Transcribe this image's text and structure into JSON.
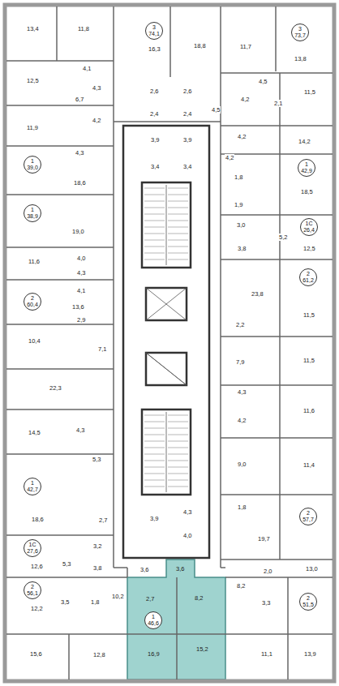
{
  "diagram": {
    "nodes": [
      {
        "text": [
          "3",
          "74,1"
        ]
      },
      {
        "text": [
          "3",
          "73,7"
        ]
      },
      {
        "text": [
          "1",
          "39,0"
        ]
      },
      {
        "text": [
          "1",
          "42,9"
        ]
      },
      {
        "text": [
          "1С",
          "26,4"
        ]
      },
      {
        "text": [
          "1",
          "38,9"
        ]
      },
      {
        "text": [
          "2",
          "61,2"
        ]
      },
      {
        "text": [
          "2",
          "60,4"
        ]
      },
      {
        "text": [
          "1",
          "42,7"
        ]
      },
      {
        "text": [
          "2",
          "57,7"
        ]
      },
      {
        "text": [
          "1С",
          "27,6"
        ]
      },
      {
        "text": [
          "2",
          "56,1"
        ]
      },
      {
        "text": [
          "2",
          "51,5"
        ]
      },
      {
        "text": [
          "1",
          "46,6"
        ]
      }
    ],
    "labels": [
      "13,4",
      "11,8",
      "16,3",
      "18,8",
      "11,7",
      "13,8",
      "4,1",
      "12,5",
      "4,3",
      "6,7",
      "4,2",
      "2,6",
      "2,4",
      "2,6",
      "2,4",
      "4,5",
      "4,5",
      "4,2",
      "2,1",
      "11,5",
      "4,2",
      "14,2",
      "4,2",
      "11,9",
      "4,3",
      "18,6",
      "3,9",
      "3,9",
      "3,4",
      "3,4",
      "1,8",
      "1,9",
      "18,5",
      "3,0",
      "3,8",
      "5,2",
      "12,5",
      "19,0",
      "11,6",
      "4,0",
      "4,3",
      "13,6",
      "4,1",
      "2,9",
      "10,4",
      "7,1",
      "23,8",
      "2,2",
      "11,5",
      "7,9",
      "11,5",
      "22,3",
      "4,3",
      "4,2",
      "11,6",
      "14,5",
      "4,3",
      "5,3",
      "9,0",
      "11,4",
      "18,6",
      "2,7",
      "1,8",
      "19,7",
      "3,9",
      "4,3",
      "4,0",
      "3,2",
      "5,3",
      "12,6",
      "3,8",
      "3,6",
      "3,6",
      "8,2",
      "2,0",
      "13,0",
      "3,3",
      "2,7",
      "8,2",
      "10,2",
      "3,5",
      "1,8",
      "12,2",
      "15,6",
      "12,8",
      "16,9",
      "15,2",
      "11,1",
      "13,9"
    ]
  }
}
